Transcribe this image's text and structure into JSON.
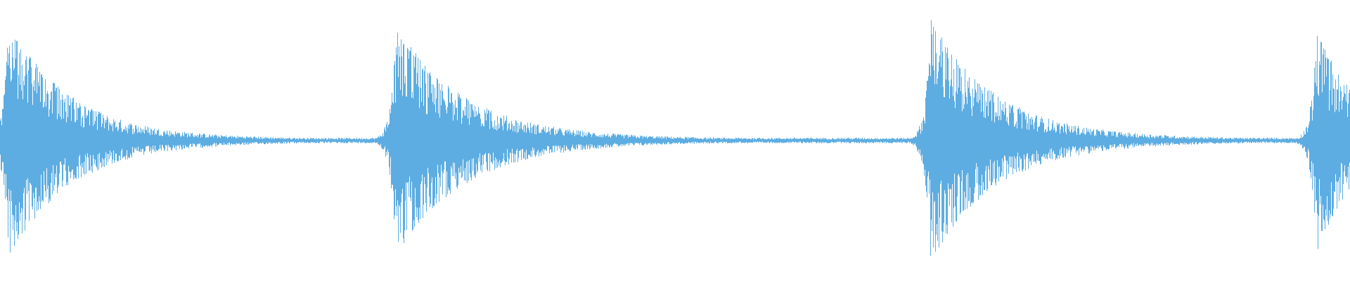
{
  "waveform": {
    "color": "#5DADE2",
    "background": "#FFFFFF",
    "baseline_level": 0.5,
    "transients": [
      {
        "position": 0.006,
        "peak_amplitude": 0.82,
        "decay": 0.045
      },
      {
        "position": 0.293,
        "peak_amplitude": 0.8,
        "decay": 0.05
      },
      {
        "position": 0.689,
        "peak_amplitude": 0.84,
        "decay": 0.048
      },
      {
        "position": 0.975,
        "peak_amplitude": 0.78,
        "decay": 0.03
      }
    ],
    "noise_floor_amplitude": 0.02
  }
}
